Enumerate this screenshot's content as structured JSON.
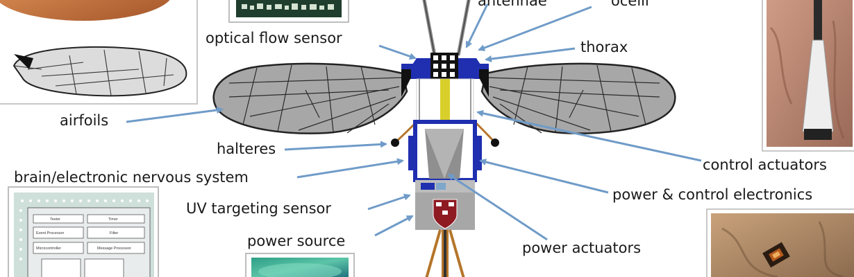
{
  "labels": {
    "antennae": "antennae",
    "ocelli": "ocelli",
    "optical_flow_sensor": "optical flow sensor",
    "thorax": "thorax",
    "airfoils": "airfoils",
    "halteres": "halteres",
    "brain": "brain/electronic nervous system",
    "uv_sensor": "UV targeting sensor",
    "power_source": "power source",
    "control_actuators": "control actuators",
    "power_control_electronics": "power & control electronics",
    "power_actuators": "power actuators"
  },
  "chip": {
    "blocks": [
      "Tester",
      "Timer",
      "Event Processor",
      "Filter",
      "Microcontroller",
      "Message Processor"
    ]
  },
  "colors": {
    "arrow": "#6f9bc8",
    "wing": "#a7a7a7",
    "body_blue": "#1f2fb0",
    "yellow": "#d9cf2a",
    "crest": "#8e1a22",
    "leg": "#b5752a"
  }
}
